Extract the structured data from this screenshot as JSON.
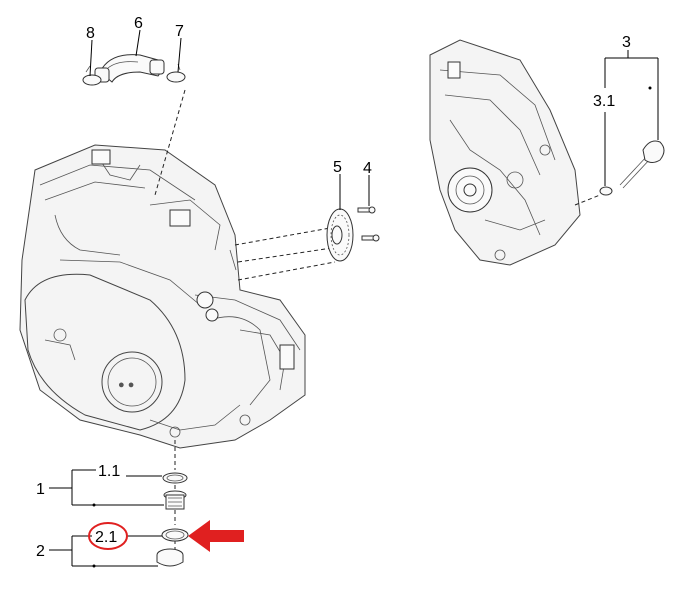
{
  "callouts": {
    "c1": "1",
    "c1_1": "1.1",
    "c2": "2",
    "c2_1": "2.1",
    "c3": "3",
    "c3_1": "3.1",
    "c4": "4",
    "c5": "5",
    "c6": "6",
    "c7": "7",
    "c8": "8"
  },
  "colors": {
    "highlight": "#e02020",
    "line": "#000000"
  },
  "icons": {
    "pointer": "red-arrow-icon"
  }
}
